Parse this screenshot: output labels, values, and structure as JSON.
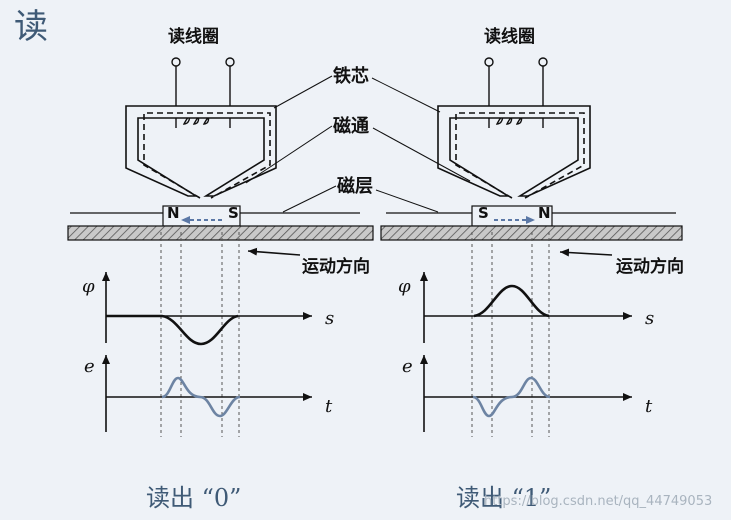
{
  "page": {
    "corner_char": "读"
  },
  "left": {
    "coil_label": "读线圈",
    "pole_left": "N",
    "pole_right": "S",
    "phi_symbol": "φ",
    "e_symbol": "e",
    "s_axis": "s",
    "t_axis": "t",
    "motion_label": "运动方向",
    "caption": "读出 “0”"
  },
  "right": {
    "coil_label": "读线圈",
    "pole_left": "S",
    "pole_right": "N",
    "phi_symbol": "φ",
    "e_symbol": "e",
    "s_axis": "s",
    "t_axis": "t",
    "motion_label": "运动方向",
    "caption": "读出 “1”"
  },
  "callouts": {
    "core": "铁芯",
    "flux": "磁通",
    "layer": "磁层"
  },
  "watermark": "https://blog.csdn.net/qq_44749053",
  "colors": {
    "background": "#eef2f7",
    "stroke": "#111111",
    "emf_curve": "#6d84a3",
    "flux_arrow": "#5b78a6",
    "caption": "#3f5a76"
  }
}
